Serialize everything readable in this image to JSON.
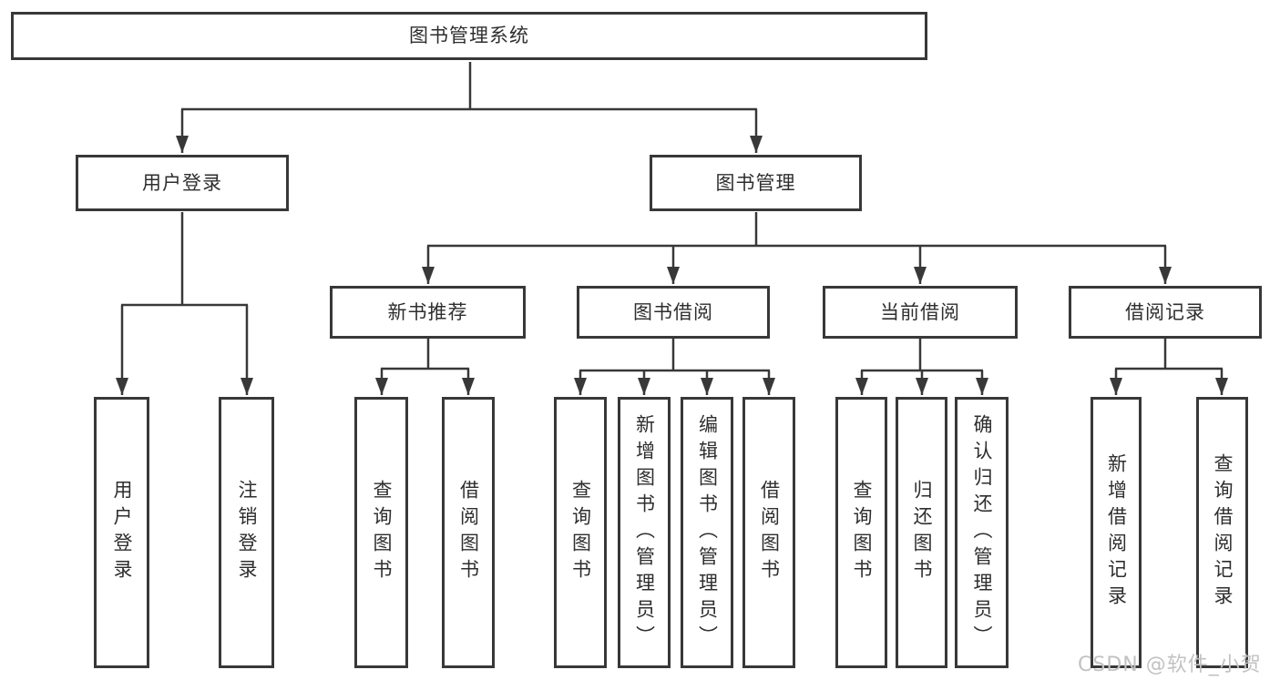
{
  "diagram": {
    "root": {
      "label": "图书管理系统"
    },
    "branches": [
      {
        "label": "用户登录",
        "children": [
          {
            "label": "用户登录"
          },
          {
            "label": "注销登录"
          }
        ]
      },
      {
        "label": "图书管理",
        "children": [
          {
            "label": "新书推荐",
            "children": [
              {
                "label": "查询图书"
              },
              {
                "label": "借阅图书"
              }
            ]
          },
          {
            "label": "图书借阅",
            "children": [
              {
                "label": "查询图书"
              },
              {
                "label": "新增图书（管理员）"
              },
              {
                "label": "编辑图书（管理员）"
              },
              {
                "label": "借阅图书"
              }
            ]
          },
          {
            "label": "当前借阅",
            "children": [
              {
                "label": "查询图书"
              },
              {
                "label": "归还图书"
              },
              {
                "label": "确认归还（管理员）"
              }
            ]
          },
          {
            "label": "借阅记录",
            "children": [
              {
                "label": "新增借阅记录"
              },
              {
                "label": "查询借阅记录"
              }
            ]
          }
        ]
      }
    ],
    "watermark": "CSDN @软件_小贺同学",
    "colors": {
      "line": "#383838",
      "watermark": "#c2c2c2",
      "background": "#ffffff"
    }
  }
}
